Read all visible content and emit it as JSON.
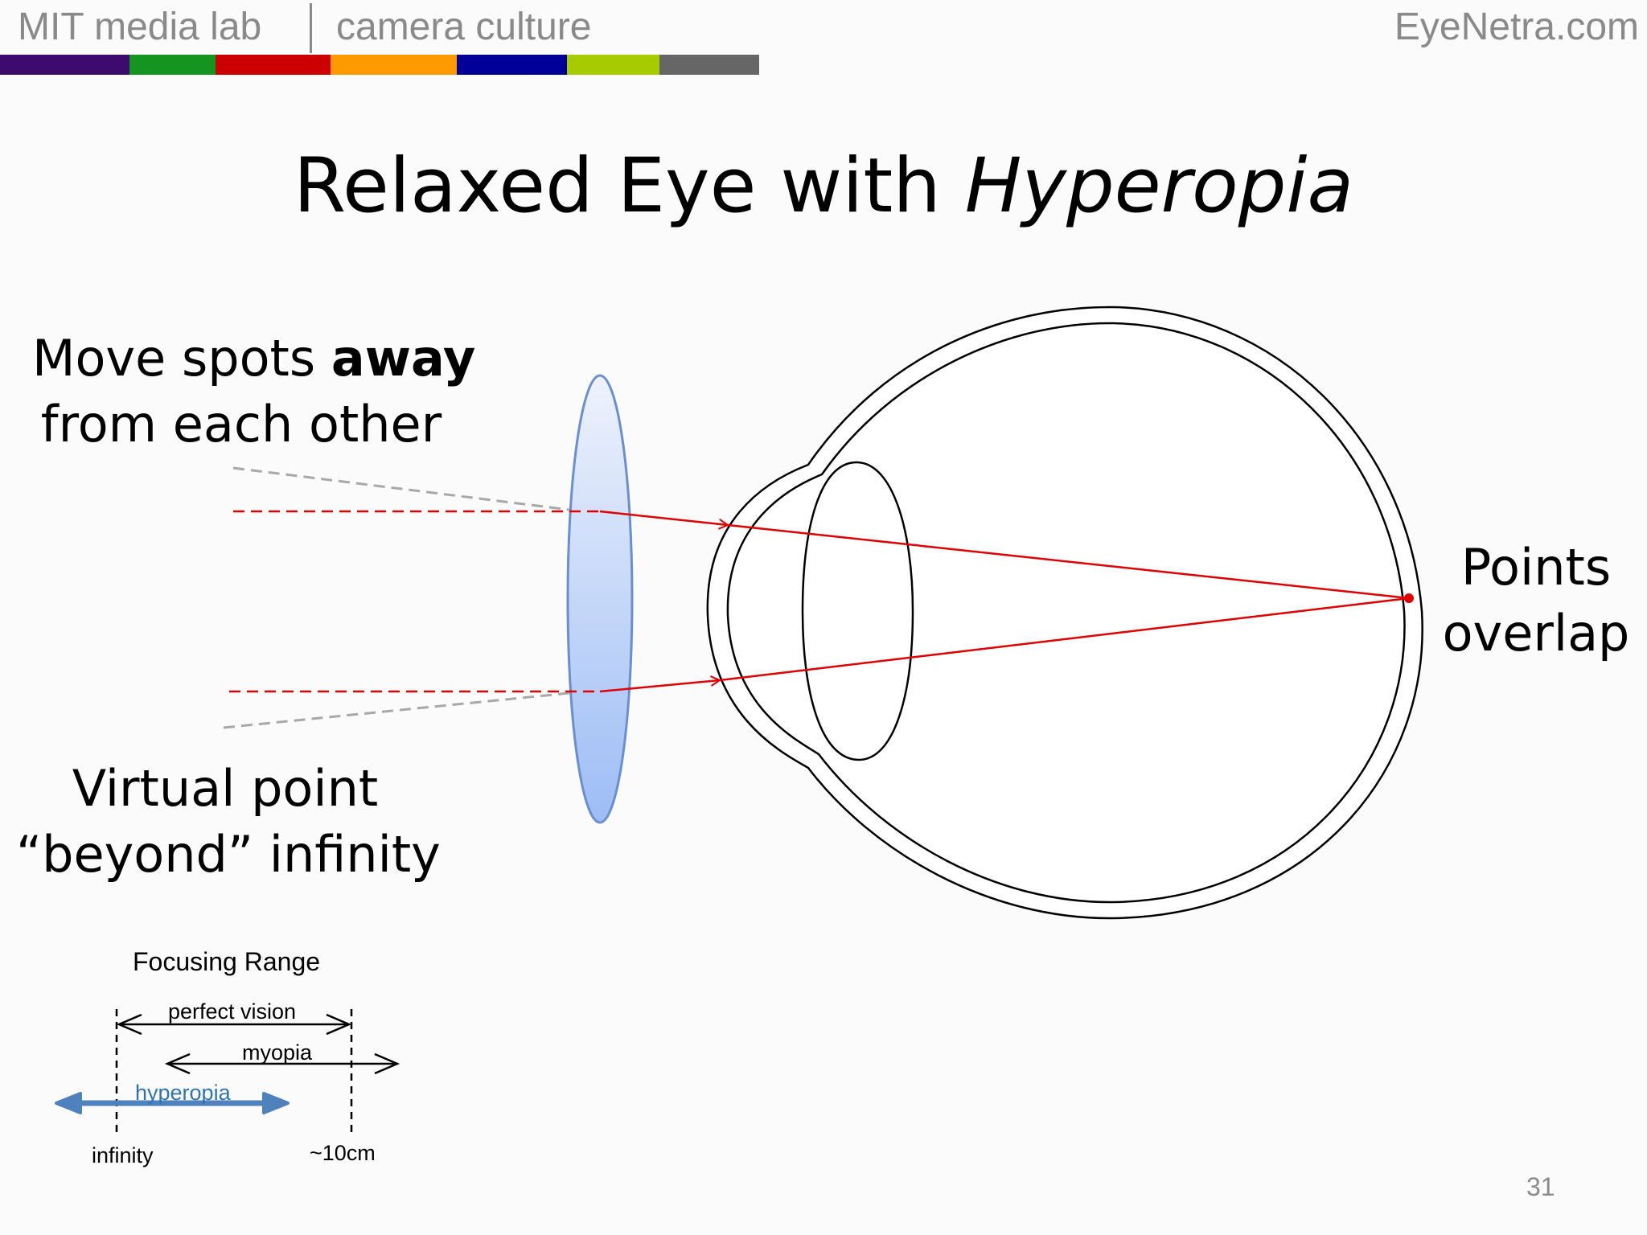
{
  "header": {
    "left_brand": "MIT media lab",
    "left_subtitle": "camera culture",
    "right_site": "EyeNetra.com",
    "color_bar": [
      "#3d0a6e",
      "#14951f",
      "#cc0000",
      "#ff9900",
      "#000099",
      "#a6cc00",
      "#666666"
    ]
  },
  "slide": {
    "title_plain": "Relaxed Eye with ",
    "title_italic": "Hyperopia",
    "top_left_label_start": "Move spots ",
    "top_left_label_bold": "away",
    "top_left_label_line2": "from each other",
    "bottom_left_label_line1": "Virtual point",
    "bottom_left_label_line2": "“beyond” infinity",
    "right_label_line1": "Points",
    "right_label_line2": "overlap",
    "page_number": "31"
  },
  "focusing_range": {
    "title": "Focusing Range",
    "perfect_vision": "perfect vision",
    "myopia": "myopia",
    "hyperopia": "hyperopia",
    "infinity": "infinity",
    "near_point": "~10cm"
  },
  "colors": {
    "ray": "#e00000",
    "virtual_ray": "#a8a8a8",
    "lens_stroke": "#6a8fd0",
    "hyperopia_arrow": "#4f81bd",
    "hyperopia_text": "#2e74b5"
  }
}
